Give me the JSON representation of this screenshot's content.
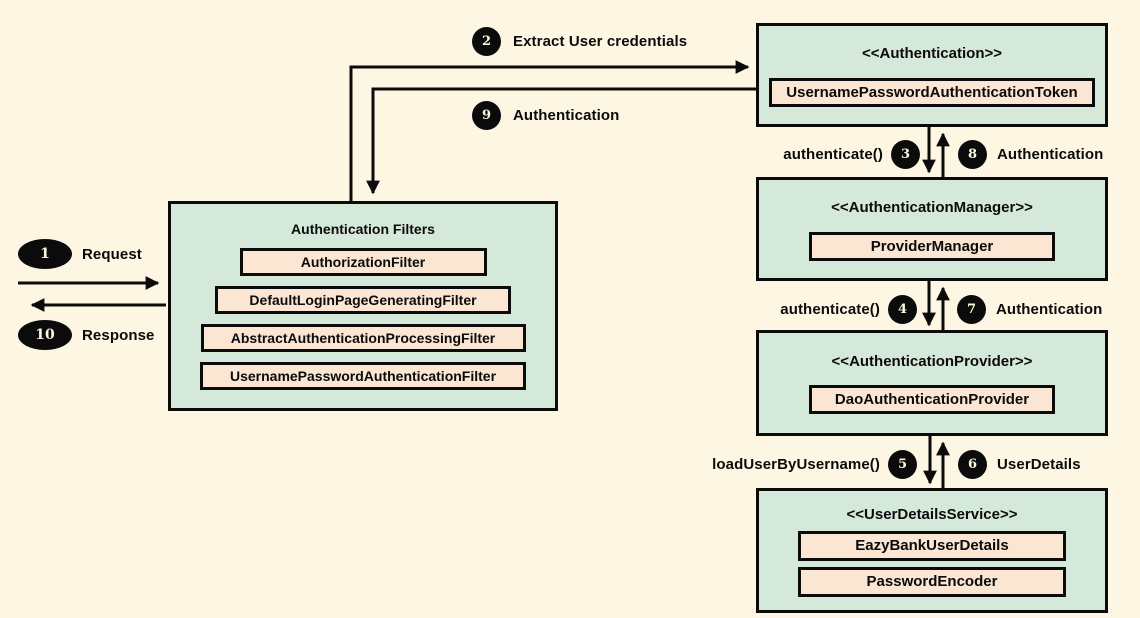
{
  "colors": {
    "background": "#fdf6e2",
    "box_fill": "#d5e9db",
    "pill_fill": "#fbe5d3",
    "line": "#0b0b0b"
  },
  "left_flow": {
    "request": {
      "num": "1",
      "label": "Request"
    },
    "response": {
      "num": "10",
      "label": "Response"
    }
  },
  "top_flow": {
    "extract": {
      "num": "2",
      "label": "Extract User credentials"
    },
    "auth_return": {
      "num": "9",
      "label": "Authentication"
    }
  },
  "filters_box": {
    "title": "Authentication Filters",
    "filters": [
      "AuthorizationFilter",
      "DefaultLoginPageGeneratingFilter",
      "AbstractAuthenticationProcessingFilter",
      "UsernamePasswordAuthenticationFilter"
    ]
  },
  "right_boxes": [
    {
      "stereotype": "<<Authentication>>",
      "items": [
        "UsernamePasswordAuthenticationToken"
      ]
    },
    {
      "stereotype": "<<AuthenticationManager>>",
      "items": [
        "ProviderManager"
      ]
    },
    {
      "stereotype": "<<AuthenticationProvider>>",
      "items": [
        "DaoAuthenticationProvider"
      ]
    },
    {
      "stereotype": "<<UserDetailsService>>",
      "items": [
        "EazyBankUserDetails",
        "PasswordEncoder"
      ]
    }
  ],
  "inter_box_flows": [
    {
      "call": "authenticate()",
      "call_num": "3",
      "return_num": "8",
      "return_label": "Authentication"
    },
    {
      "call": "authenticate()",
      "call_num": "4",
      "return_num": "7",
      "return_label": "Authentication"
    },
    {
      "call": "loadUserByUsername()",
      "call_num": "5",
      "return_num": "6",
      "return_label": "UserDetails"
    }
  ]
}
